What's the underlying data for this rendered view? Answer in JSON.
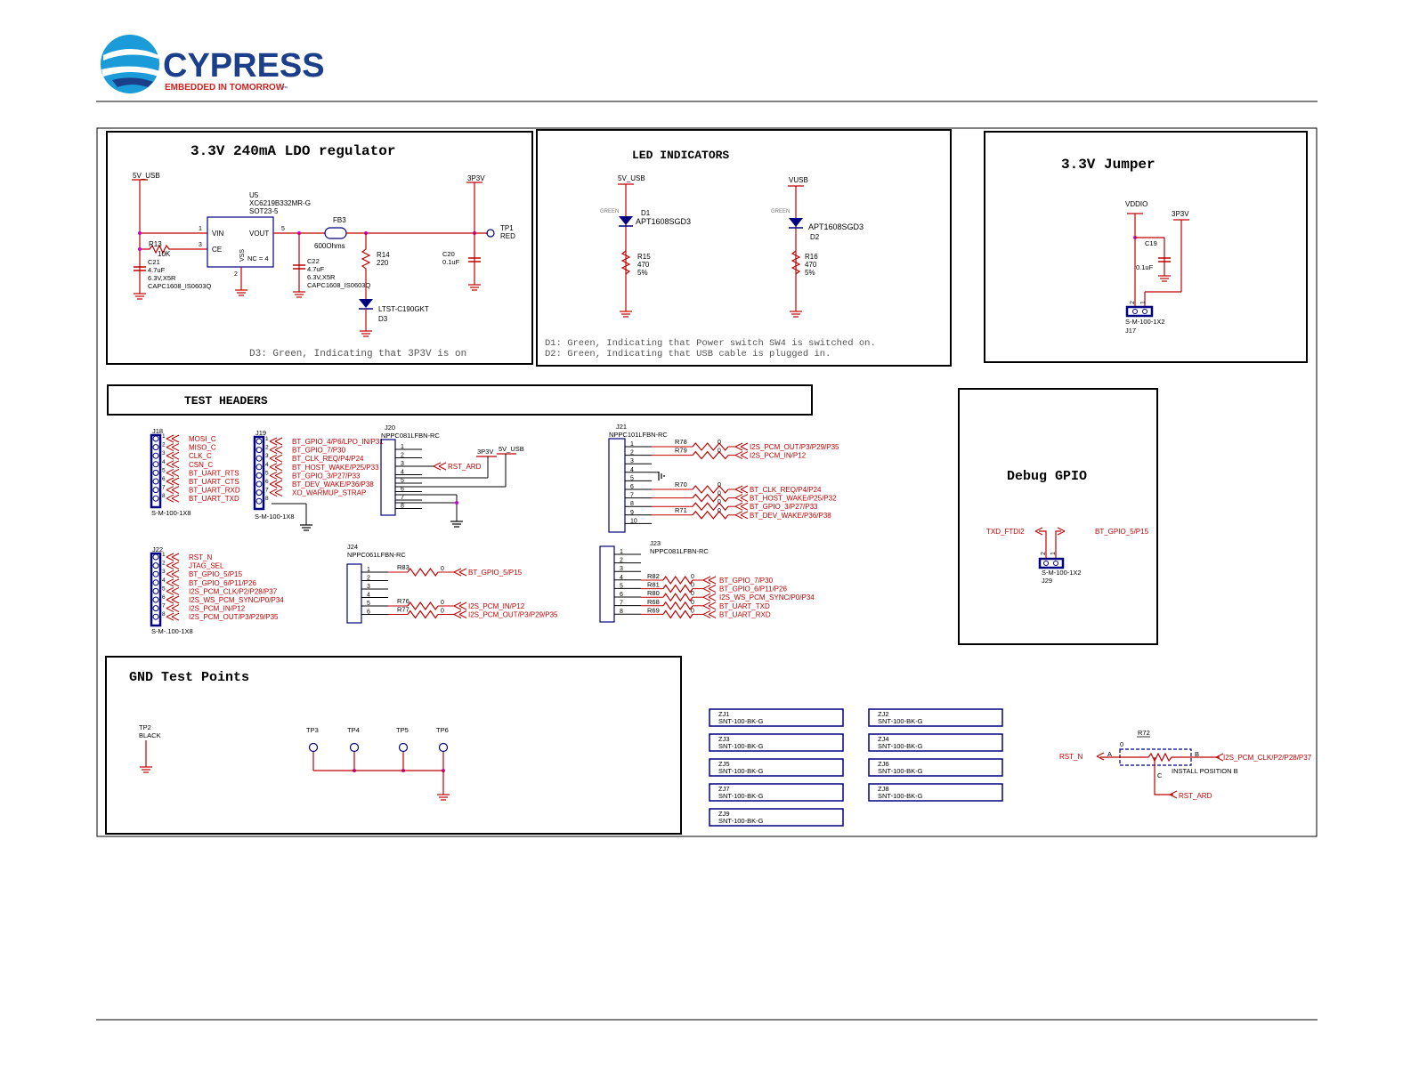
{
  "logo": {
    "brand": "CYPRESS",
    "tagline": "EMBEDDED IN TOMORROW",
    "tm": "™"
  },
  "ldo": {
    "title": "3.3V 240mA LDO regulator",
    "vin_net": "5V_USB",
    "vout_net": "3P3V",
    "u5": {
      "ref": "U5",
      "part": "XC6219B332MR-G",
      "pkg": "SOT23-5",
      "pin_vin": "VIN",
      "pin_ce": "CE",
      "pin_vout": "VOUT",
      "pin_vss": "VSS",
      "nc": "NC = 4",
      "p1": "1",
      "p3": "3",
      "p5": "5",
      "p2": "2"
    },
    "r13": {
      "ref": "R13",
      "val": "10K"
    },
    "c21": {
      "ref": "C21",
      "val": "4.7uF",
      "rating": "6.3V,X5R",
      "fp": "CAPC1608_IS0603Q"
    },
    "c22": {
      "ref": "C22",
      "val": "4.7uF",
      "rating": "6.3V,X5R",
      "fp": "CAPC1608_IS0603Q"
    },
    "fb3": {
      "ref": "FB3",
      "val": "600Ohms"
    },
    "r14": {
      "ref": "R14",
      "val": "220"
    },
    "d3": {
      "ref": "D3",
      "part": "LTST-C190GKT"
    },
    "c20": {
      "ref": "C20",
      "val": "0.1uF"
    },
    "tp1": {
      "ref": "TP1",
      "color": "RED"
    },
    "note": "D3: Green, Indicating that 3P3V is on"
  },
  "led": {
    "title": "LED INDICATORS",
    "net1": "5V_USB",
    "net2": "VUSB",
    "d1": {
      "ref": "D1",
      "part": "APT1608SGD3",
      "color": "GREEN"
    },
    "d2": {
      "ref": "D2",
      "part": "APT1608SGD3",
      "color": "GREEN"
    },
    "r15": {
      "ref": "R15",
      "val": "470",
      "tol": "5%"
    },
    "r16": {
      "ref": "R16",
      "val": "470",
      "tol": "5%"
    },
    "note1": "D1: Green, Indicating that Power switch SW4 is switched on.",
    "note2": "D2: Green, Indicating that USB cable is plugged in."
  },
  "jumper": {
    "title": "3.3V Jumper",
    "net1": "VDDIO",
    "net2": "3P3V",
    "c19": {
      "ref": "C19",
      "val": "0.1uF"
    },
    "j17": {
      "ref": "J17",
      "part": "S-M-100-1X2",
      "p2": "2",
      "p1": "1"
    }
  },
  "test_headers": {
    "title": "TEST HEADERS",
    "j18": {
      "ref": "J18",
      "part": "S-M-100-1X8",
      "nets": [
        "MOSI_C",
        "MISO_C",
        "CLK_C",
        "CSN_C",
        "BT_UART_RTS",
        "BT_UART_CTS",
        "BT_UART_RXD",
        "BT_UART_TXD"
      ]
    },
    "j19": {
      "ref": "J19",
      "part": "S-M-100-1X8",
      "nets": [
        "BT_GPIO_4/P6/LPO_IN/P31",
        "BT_GPIO_7/P30",
        "BT_CLK_REQ/P4/P24",
        "BT_HOST_WAKE/P25/P33",
        "BT_GPIO_3/P27/P33",
        "BT_DEV_WAKE/P36/P38",
        "XO_WARMUP_STRAP"
      ]
    },
    "j20": {
      "ref": "J20",
      "part": "NPPC081LFBN-RC",
      "pins": [
        "1",
        "2",
        "3",
        "4",
        "5",
        "6",
        "7",
        "8"
      ],
      "net_rst": "RST_ARD",
      "net_3p3": "3P3V",
      "net_5v": "5V_USB"
    },
    "j21": {
      "ref": "J21",
      "part": "NPPC101LFBN-RC",
      "pins": [
        "1",
        "2",
        "3",
        "4",
        "5",
        "6",
        "7",
        "8",
        "9",
        "10"
      ],
      "r78": "R78",
      "r79": "R79",
      "r70": "R70",
      "r71": "R71",
      "zero": "0",
      "nets": [
        "I2S_PCM_OUT/P3/P29/P35",
        "I2S_PCM_IN/P12",
        "BT_CLK_REQ/P4/P24",
        "BT_HOST_WAKE/P25/P32",
        "BT_GPIO_3/P27/P33",
        "BT_DEV_WAKE/P36/P38"
      ]
    },
    "j22": {
      "ref": "J22",
      "part": "S-M-.100-1X8",
      "nets": [
        "RST_N",
        "JTAG_SEL",
        "BT_GPIO_5/P15",
        "BT_GPIO_6/P11/P26",
        "I2S_PCM_CLK/P2/P28/P37",
        "I2S_WS_PCM_SYNC/P0/P34",
        "I2S_PCM_IN/P12",
        "I2S_PCM_OUT/P3/P29/P35"
      ]
    },
    "j24": {
      "ref": "J24",
      "part": "NPPC061LFBN-RC",
      "pins": [
        "1",
        "2",
        "3",
        "4",
        "5",
        "6"
      ],
      "r83": "R83",
      "r76": "R76",
      "r77": "R77",
      "zero": "0",
      "nets": [
        "BT_GPIO_5/P15",
        "I2S_PCM_IN/P12",
        "I2S_PCM_OUT/P3/P29/P35"
      ]
    },
    "j23": {
      "ref": "J23",
      "part": "NPPC081LFBN-RC",
      "pins": [
        "1",
        "2",
        "3",
        "4",
        "5",
        "6",
        "7",
        "8"
      ],
      "res": [
        "R82",
        "R81",
        "R80",
        "R68",
        "R69"
      ],
      "zero": "0",
      "nets": [
        "BT_GPIO_7/P30",
        "BT_GPIO_6/P11/P26",
        "I2S_WS_PCM_SYNC/P0/P34",
        "BT_UART_TXD",
        "BT_UART_RXD"
      ]
    }
  },
  "debug": {
    "title": "Debug GPIO",
    "net_l": "TXD_FTDI2",
    "net_r": "BT_GPIO_5/P15",
    "j29": {
      "ref": "J29",
      "part": "S-M-100-1X2",
      "p2": "2",
      "p1": "1"
    }
  },
  "gnd_tp": {
    "title": "GND Test Points",
    "tp2": {
      "ref": "TP2",
      "color": "BLACK"
    },
    "tps": [
      "TP3",
      "TP4",
      "TP5",
      "TP6"
    ]
  },
  "standoffs": {
    "items": [
      {
        "ref": "ZJ1",
        "part": "SNT-100-BK-G"
      },
      {
        "ref": "ZJ2",
        "part": "SNT-100-BK-G"
      },
      {
        "ref": "ZJ3",
        "part": "SNT-100-BK-G"
      },
      {
        "ref": "ZJ4",
        "part": "SNT-100-BK-G"
      },
      {
        "ref": "ZJ5",
        "part": "SNT-100-BK-G"
      },
      {
        "ref": "ZJ6",
        "part": "SNT-100-BK-G"
      },
      {
        "ref": "ZJ7",
        "part": "SNT-100-BK-G"
      },
      {
        "ref": "ZJ8",
        "part": "SNT-100-BK-G"
      },
      {
        "ref": "ZJ9",
        "part": "SNT-100-BK-G"
      }
    ]
  },
  "r72": {
    "ref": "R72",
    "val": "0",
    "a": "A",
    "b": "B",
    "c": "C",
    "net_a": "RST_N",
    "net_b": "I2S_PCM_CLK/P2/P28/P37",
    "net_c": "RST_ARD",
    "note": "INSTALL POSITION B"
  },
  "colors": {
    "wire": "#c00000",
    "box": "#000000",
    "part": "#000080",
    "junction": "#cc00cc",
    "brand": "#1b3f8b",
    "cyan": "#1b9bd7"
  }
}
